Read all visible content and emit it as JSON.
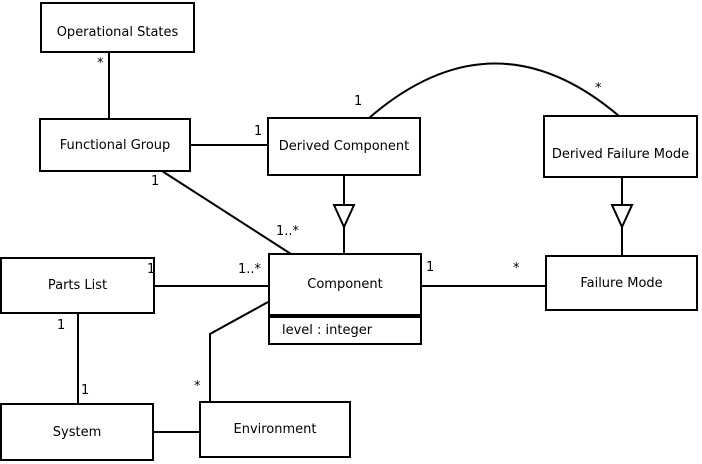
{
  "diagram": {
    "kind": "uml-class-diagram",
    "colors": {
      "background": "#ffffff",
      "line": "#000000",
      "box_fill": "#ffffff",
      "text": "#000000"
    },
    "classes": [
      {
        "id": "operational-states",
        "name": "Operational States"
      },
      {
        "id": "functional-group",
        "name": "Functional Group"
      },
      {
        "id": "derived-component",
        "name": "Derived Component"
      },
      {
        "id": "derived-failure-mode",
        "name": "Derived Failure Mode"
      },
      {
        "id": "parts-list",
        "name": "Parts List"
      },
      {
        "id": "component",
        "name": "Component",
        "attributes": [
          "level : integer"
        ]
      },
      {
        "id": "failure-mode",
        "name": "Failure Mode"
      },
      {
        "id": "system",
        "name": "System"
      },
      {
        "id": "environment",
        "name": "Environment"
      }
    ],
    "relationships": [
      {
        "from": "Operational States",
        "to": "Functional Group",
        "type": "association",
        "from_label": "*",
        "to_label": ""
      },
      {
        "from": "Functional Group",
        "to": "Derived Component",
        "type": "association",
        "from_label": "",
        "to_label": "1"
      },
      {
        "from": "Functional Group",
        "to": "Component",
        "type": "association",
        "from_label": "1",
        "to_label": "1..*"
      },
      {
        "from": "Derived Component",
        "to": "Derived Failure Mode",
        "type": "association",
        "from_label": "1",
        "to_label": "*"
      },
      {
        "from": "Derived Component",
        "to": "Component",
        "type": "generalization"
      },
      {
        "from": "Derived Failure Mode",
        "to": "Failure Mode",
        "type": "generalization"
      },
      {
        "from": "Parts List",
        "to": "Component",
        "type": "association",
        "from_label": "1",
        "to_label": "1..*"
      },
      {
        "from": "Component",
        "to": "Failure Mode",
        "type": "association",
        "from_label": "1",
        "to_label": "*"
      },
      {
        "from": "Parts List",
        "to": "System",
        "type": "association",
        "from_label": "1",
        "to_label": "1"
      },
      {
        "from": "System",
        "to": "Environment",
        "type": "association",
        "from_label": "",
        "to_label": ""
      },
      {
        "from": "Environment",
        "to": "Component",
        "type": "association",
        "from_label": "*",
        "to_label": ""
      }
    ]
  }
}
